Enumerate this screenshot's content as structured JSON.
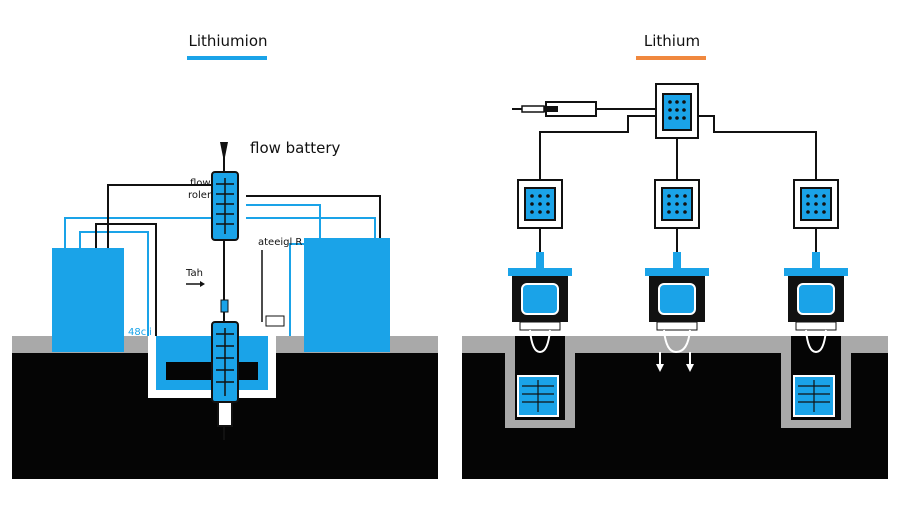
{
  "left_panel": {
    "title": "Lithiumion",
    "title_underline_color": "#1aa3e8",
    "subtitle": "flow battery",
    "label_flow": "flow",
    "label_roller": "roler",
    "label_tah": "Tah",
    "label_ateeigl": "ateeigl R",
    "label_side": "48cli"
  },
  "right_panel": {
    "title": "Lithium",
    "title_underline_color": "#f0883e"
  },
  "colors": {
    "accent": "#1aa3e8",
    "ground": "#050505",
    "surface": "#a9a9a9",
    "line": "#111111"
  }
}
